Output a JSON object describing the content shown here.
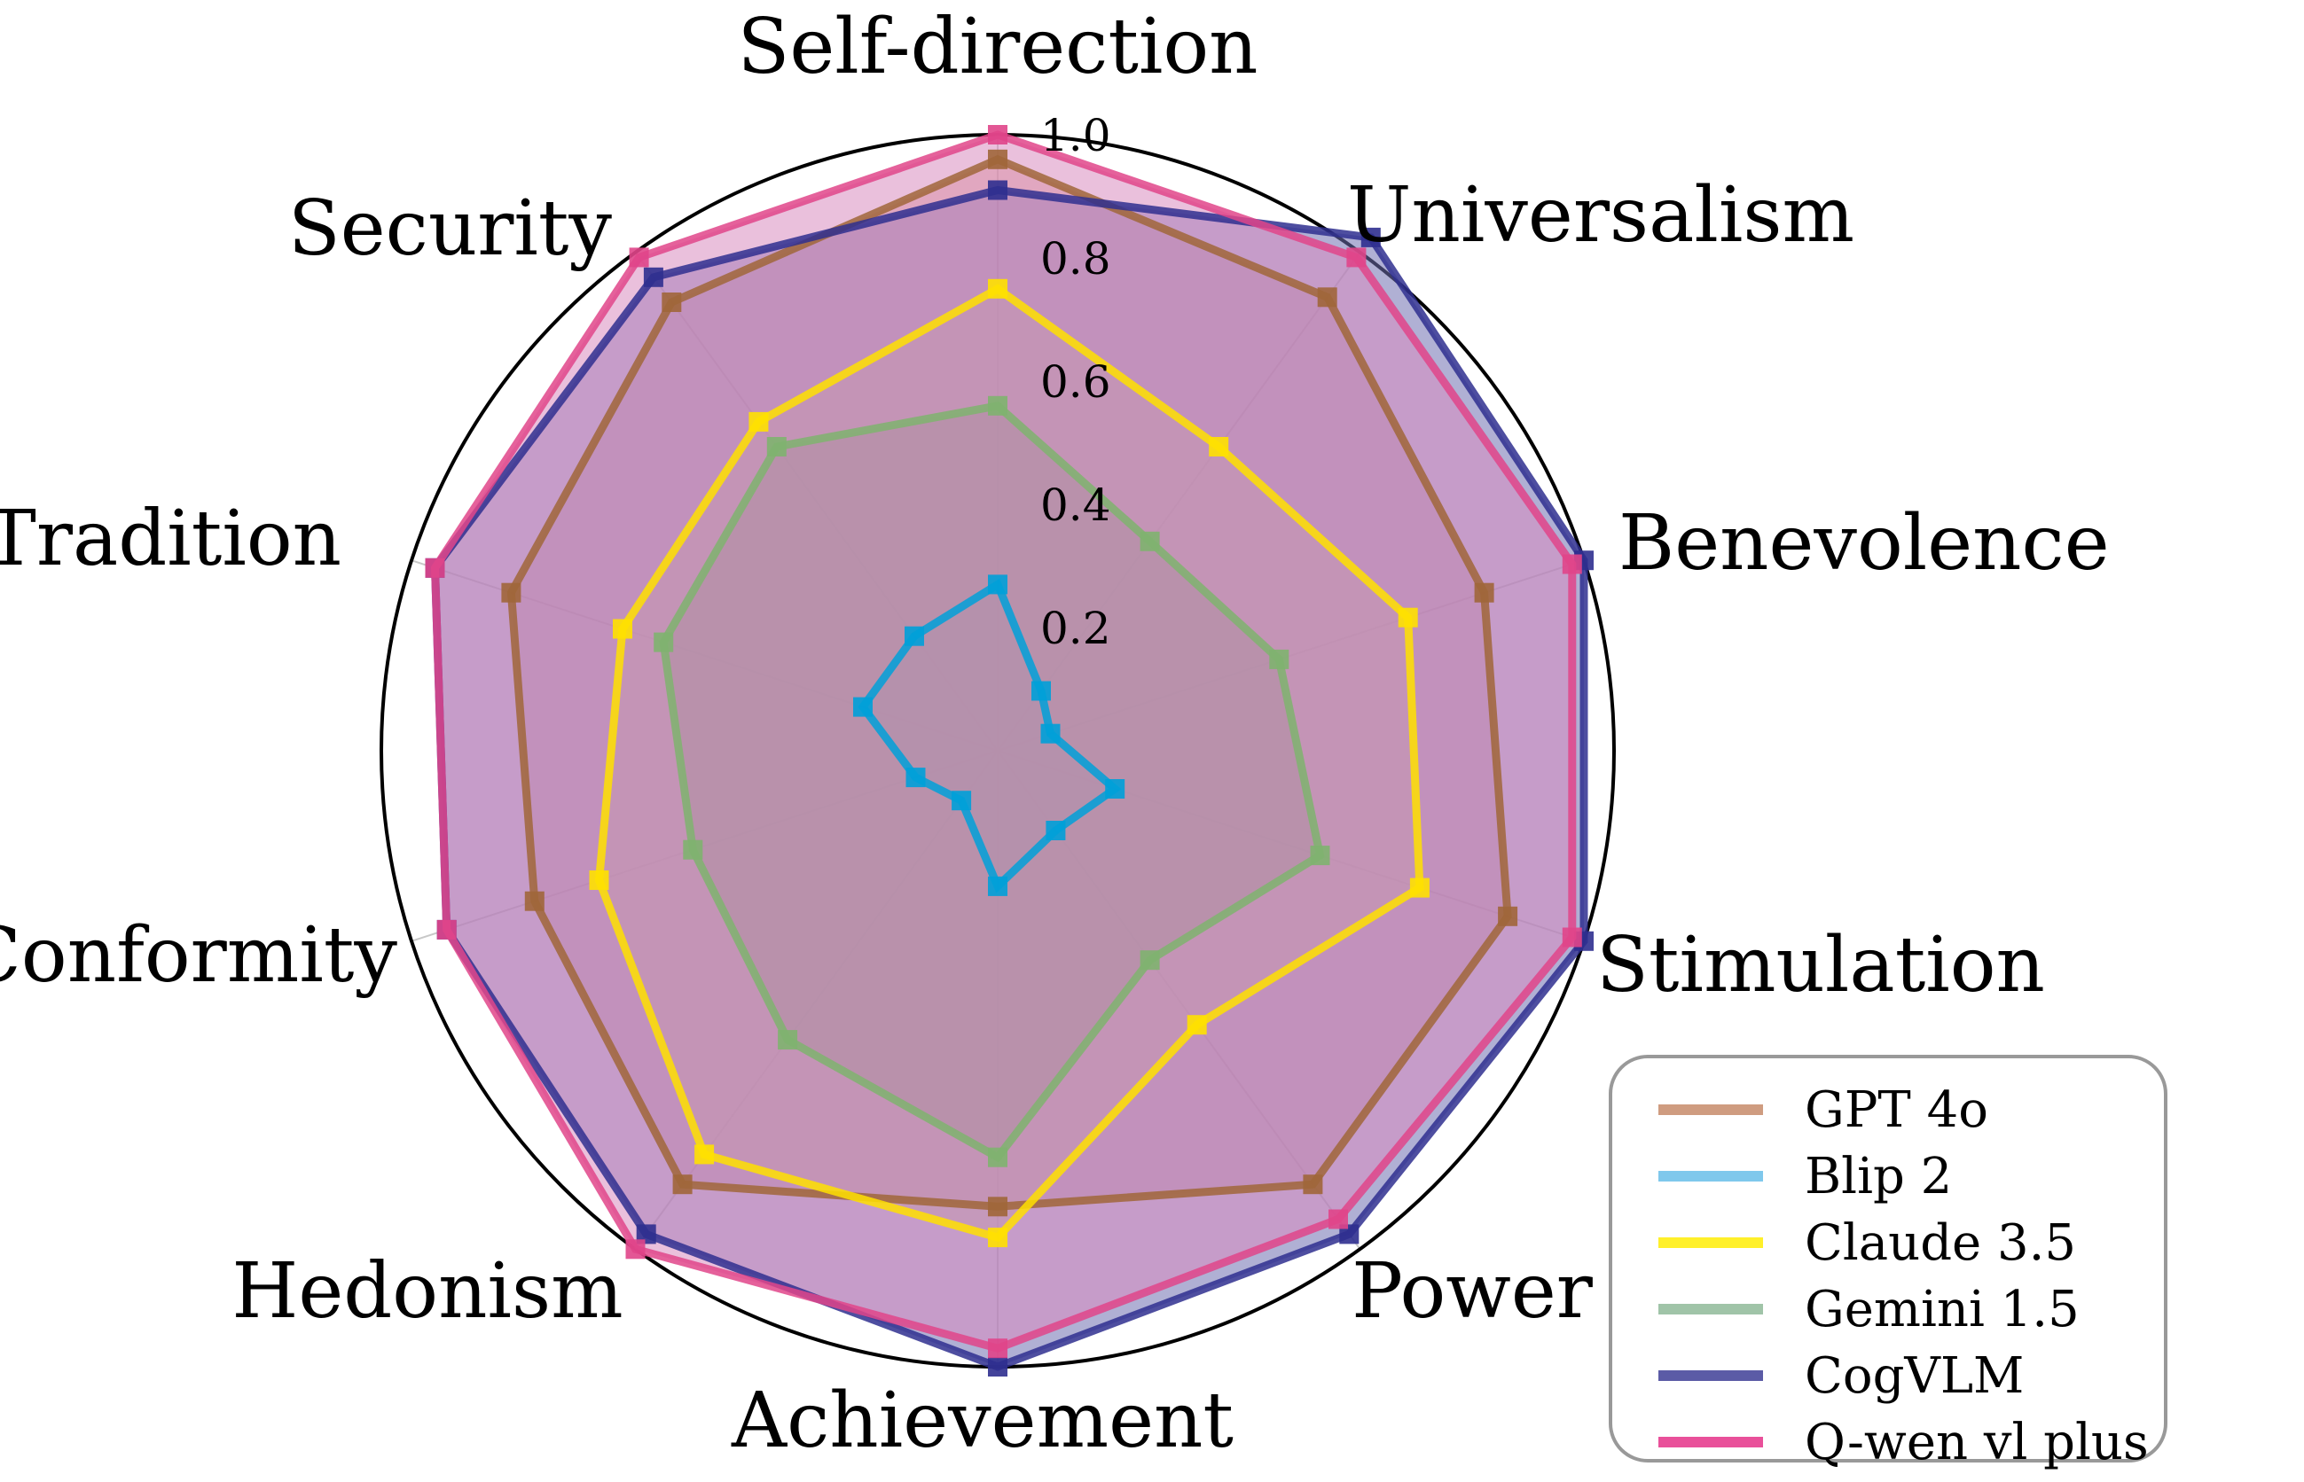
{
  "chart_data": {
    "type": "radar",
    "axes": [
      "Self-direction",
      "Universalism",
      "Benevolence",
      "Stimulation",
      "Power",
      "Achievement",
      "Hedonism",
      "Conformity",
      "Tradition",
      "Security"
    ],
    "rlim": [
      0,
      1.0
    ],
    "rticks": [
      "0.2",
      "0.4",
      "0.6",
      "0.8",
      "1.0"
    ],
    "rtick_values": [
      0.2,
      0.4,
      0.6,
      0.8,
      1.0
    ],
    "grid": true,
    "legend_position": "bottom-right",
    "series": [
      {
        "name": "GPT 4o",
        "color": "#a0663a",
        "fill": "#d9998c",
        "values": [
          0.96,
          0.91,
          0.83,
          0.87,
          0.87,
          0.74,
          0.87,
          0.79,
          0.83,
          0.9
        ]
      },
      {
        "name": "Blip 2",
        "color": "#00a0d8",
        "fill": "#5aaede",
        "values": [
          0.27,
          0.12,
          0.09,
          0.2,
          0.16,
          0.22,
          0.1,
          0.14,
          0.23,
          0.23
        ]
      },
      {
        "name": "Claude 3.5",
        "color": "#ffe100",
        "fill": "#f8e18a",
        "values": [
          0.75,
          0.61,
          0.7,
          0.72,
          0.55,
          0.79,
          0.81,
          0.68,
          0.64,
          0.66
        ]
      },
      {
        "name": "Gemini 1.5",
        "color": "#7fb36f",
        "fill": "#8fbf45",
        "values": [
          0.56,
          0.42,
          0.48,
          0.55,
          0.42,
          0.66,
          0.58,
          0.52,
          0.57,
          0.61
        ]
      },
      {
        "name": "CogVLM",
        "color": "#2f2f8f",
        "fill": "#7070b0",
        "values": [
          0.91,
          1.03,
          1.0,
          1.0,
          0.97,
          1.0,
          0.97,
          0.94,
          0.96,
          0.95
        ]
      },
      {
        "name": "Q-wen vl plus",
        "color": "#e0458a",
        "fill": "#d98cc0",
        "values": [
          1.0,
          0.99,
          0.98,
          0.98,
          0.94,
          0.97,
          1.0,
          0.94,
          0.96,
          0.99
        ]
      }
    ]
  },
  "legend": {
    "line_colors": [
      "#cf9c80",
      "#7fc8ec",
      "#fff02a",
      "#a0c4a8",
      "#5b5ba6",
      "#e9509a"
    ],
    "items": [
      "GPT 4o",
      "Blip 2",
      "Claude 3.5",
      "Gemini 1.5",
      "CogVLM",
      "Q-wen vl plus"
    ]
  }
}
